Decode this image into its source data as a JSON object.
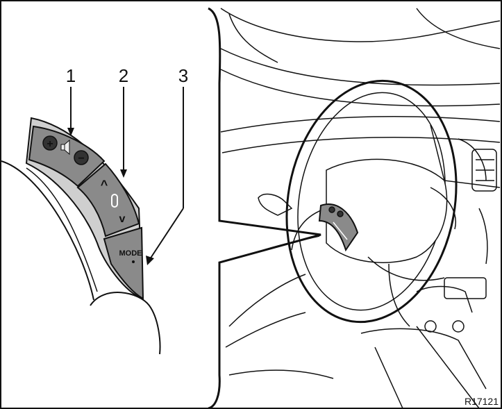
{
  "callouts": {
    "one": "1",
    "two": "2",
    "three": "3"
  },
  "buttons": {
    "volume_up_symbol": "+",
    "volume_down_symbol": "−",
    "seek_up_symbol": "^",
    "seek_down_symbol": "v",
    "mode_label": "MODE"
  },
  "figure_code": "R17121",
  "colors": {
    "switch_body": "#8a8a8a",
    "switch_dark": "#555555",
    "line_art": "#111111",
    "background": "#ffffff"
  }
}
